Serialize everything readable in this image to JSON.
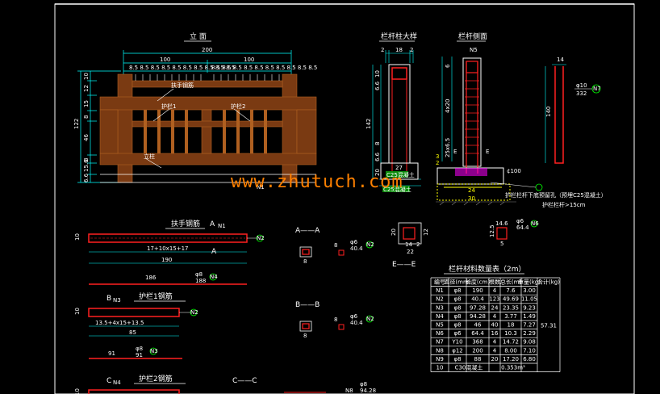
{
  "elevation": {
    "title": "立 面",
    "dim_total": "200",
    "dim_half_left": "100",
    "dim_half_right": "100",
    "bar_spacing_left": "8.5 8.5 8.5 8.5 8.5 8.5 8.5 8.5 8.5 8.5",
    "bar_spacing_right": "8.5 8.5 8.5 8.5 8.5 8.5 8.5 8.5 8.5 8.5",
    "dim_height": "122",
    "v_dims": [
      "10",
      "12",
      "15",
      "8",
      "46",
      "8",
      "15.6",
      "6.6"
    ],
    "labels": [
      "扶手钢筋",
      "护栏1",
      "护栏2",
      "立柱"
    ],
    "note_tag": "N1"
  },
  "post_detail": {
    "title": "栏杆柱大样",
    "dims_top": [
      "2",
      "18",
      "2"
    ],
    "dim_height": "142",
    "v_dims": [
      "10",
      "6.6",
      "8",
      "6.6"
    ],
    "dim_base": "27",
    "dim_base_side": "20",
    "concrete": "C25混凝土"
  },
  "post_section": {
    "title": "栏杆侧面",
    "tag": "N5",
    "v_dims": [
      "6",
      "4x20",
      "25x6.5"
    ],
    "base_labels": [
      "24",
      "30",
      "2",
      "3"
    ],
    "section_mark": "E",
    "rebar_note": "¢100",
    "note1": "护栏栏杆下底预留孔（预埋C25混凝土）",
    "note2": "护栏栏杆>15cm"
  },
  "bar_n7": {
    "dim_top": "14",
    "dim_length": "140",
    "mark": "φ10",
    "length": "332",
    "tag": "N7"
  },
  "handrail": {
    "title": "扶手钢筋",
    "section": "A",
    "tag_top": "N1",
    "tag_end": "N2",
    "dim_thick": "10",
    "dim_mid": "17+10x15+17",
    "dim_total": "190",
    "bar_len": "186",
    "bar_mark": "φ8",
    "bar_len2": "188",
    "bar_tag": "N4"
  },
  "guard1": {
    "title": "护栏1钢筋",
    "section": "B",
    "tag_top": "N3",
    "tag_end": "N2",
    "dim_thick": "10",
    "dim_mid": "13.5+4x15+13.5",
    "dim_total": "85",
    "bar_len": "91",
    "bar_mark": "φ8",
    "bar_len2": "91",
    "bar_tag": "N3"
  },
  "guard2": {
    "title": "护栏2钢筋",
    "section": "C",
    "tag_top": "N4",
    "dim_thick": "10",
    "bar_mark": "φ8",
    "bar_len": "94.28",
    "bar_tag": "N8"
  },
  "sections": {
    "aa": "A——A",
    "bb": "B——B",
    "cc": "C——C",
    "ee": "E——E",
    "ee_dims": [
      "20",
      "14",
      "22",
      "12",
      "2"
    ],
    "stirrup_mark": "φ6",
    "stirrup_len": "40.4",
    "stirrup_tag": "N2",
    "sec_dims": [
      "8",
      "8"
    ]
  },
  "stirrup_n6": {
    "dims": [
      "14.6",
      "12.5",
      "5"
    ],
    "mark": "φ6",
    "len": "64.4",
    "tag": "N6"
  },
  "table": {
    "title": "栏杆材料数量表（2m）",
    "headers": [
      "编号",
      "直径(mm)",
      "长度(cm)",
      "根数",
      "总长(m)",
      "重量(kg)",
      "合计(kg)"
    ],
    "rows": [
      [
        "N1",
        "φ8",
        "190",
        "4",
        "7.6",
        "3.00"
      ],
      [
        "N2",
        "φ8",
        "40.4",
        "123",
        "49.69",
        "11.05"
      ],
      [
        "N3",
        "φ8",
        "97.28",
        "24",
        "23.35",
        "9.23"
      ],
      [
        "N4",
        "φ8",
        "94.28",
        "4",
        "3.77",
        "1.49"
      ],
      [
        "N5",
        "φ8",
        "46",
        "40",
        "18",
        "7.27"
      ],
      [
        "N6",
        "φ6",
        "64.4",
        "16",
        "10.3",
        "2.29"
      ],
      [
        "N7",
        "Y10",
        "368",
        "4",
        "14.72",
        "9.08"
      ],
      [
        "N8",
        "φ12",
        "200",
        "4",
        "8.00",
        "7.10"
      ],
      [
        "N9",
        "φ8",
        "88",
        "20",
        "17.20",
        "6.80"
      ],
      [
        "10",
        "C30混凝土",
        "",
        "",
        "0.353m³",
        ""
      ]
    ],
    "total": "57.31"
  },
  "watermark": "www.zhutuch.com",
  "colors": {
    "background": "#000000",
    "frame": "#ffffff",
    "post": "#7a3a12",
    "dims": "#00ffff",
    "rebar": "#ff2020",
    "tags": "#00ff00",
    "watermark": "#ff8000"
  }
}
